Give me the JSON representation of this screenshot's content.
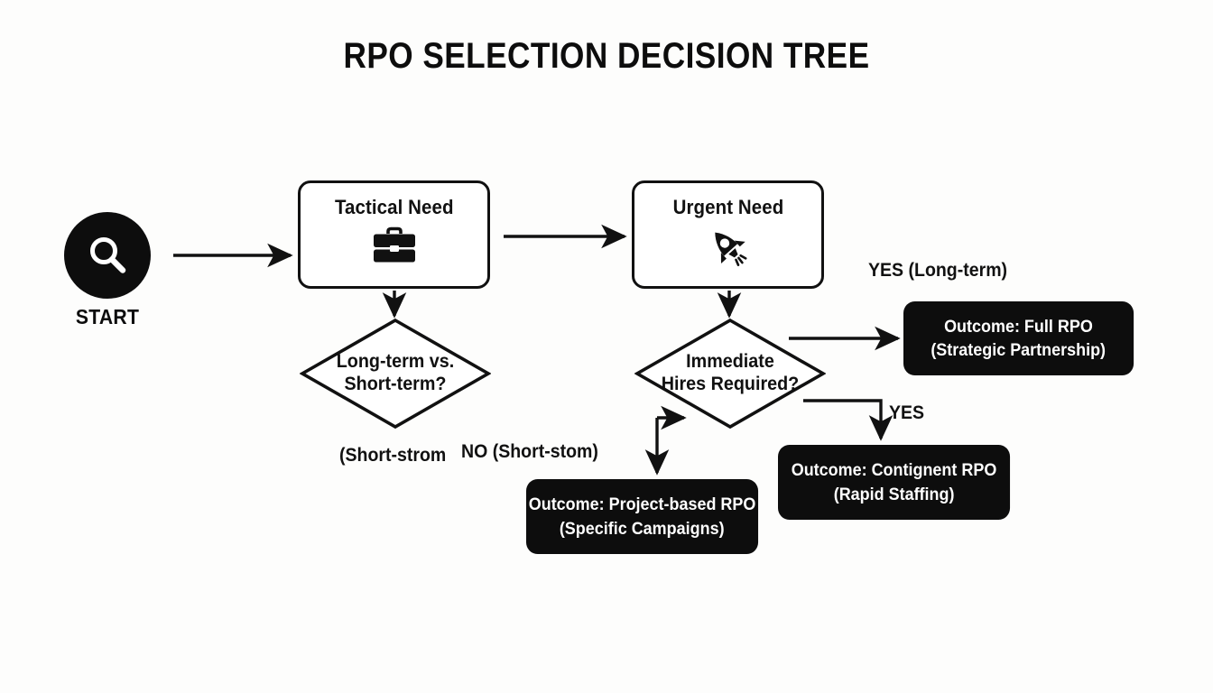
{
  "diagram": {
    "title": "RPO SELECTION DECISION TREE",
    "background_color": "#fdfdfc",
    "ink_color": "#0d0d0d",
    "type": "decision-tree-flowchart"
  },
  "start": {
    "label": "START",
    "icon": "magnifier-icon"
  },
  "nodes": {
    "tactical": {
      "label": "Tactical Need",
      "icon": "briefcase-icon",
      "shape": "rounded-rect"
    },
    "urgent": {
      "label": "Urgent Need",
      "icon": "rocket-icon",
      "shape": "rounded-rect"
    },
    "decision_term": {
      "line1": "Long-term vs.",
      "line2": "Short-term?",
      "shape": "diamond"
    },
    "decision_hires": {
      "line1": "Immediate",
      "line2": "Hires Required?",
      "shape": "diamond"
    }
  },
  "outcomes": {
    "full_rpo": {
      "line1": "Outcome: Full RPO",
      "line2": "(Strategic Partnership)"
    },
    "contingent_rpo": {
      "line1": "Outcome: Contignent RPO",
      "line2": "(Rapid Staffing)"
    },
    "project_rpo": {
      "line1": "Outcome: Project-based RPO",
      "line2": "(Specific Campaigns)"
    }
  },
  "edge_labels": {
    "yes_long_term": "YES (Long-term)",
    "yes": "YES",
    "short_strom": "(Short-strom",
    "no_short_stom": "NO (Short-stom)"
  }
}
